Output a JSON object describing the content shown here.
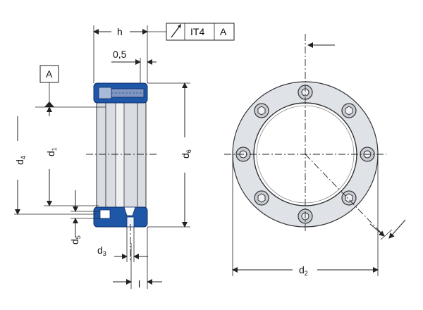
{
  "tolerance_frame": {
    "symbol": "circular-runout",
    "grade": "IT4",
    "datum": "A"
  },
  "datum_box": "A",
  "dimensions": {
    "h": "h",
    "offset": "0,5",
    "d1": "d",
    "d1_sub": "1",
    "d2": "d",
    "d2_sub": "2",
    "d3": "d",
    "d3_sub": "3",
    "d4": "d",
    "d4_sub": "4",
    "d5": "d",
    "d5_sub": "5",
    "d6": "d",
    "d6_sub": "6",
    "l": "l"
  },
  "colors": {
    "ring_blue": "#1f57a8",
    "body_grey": "#d9dce2"
  }
}
